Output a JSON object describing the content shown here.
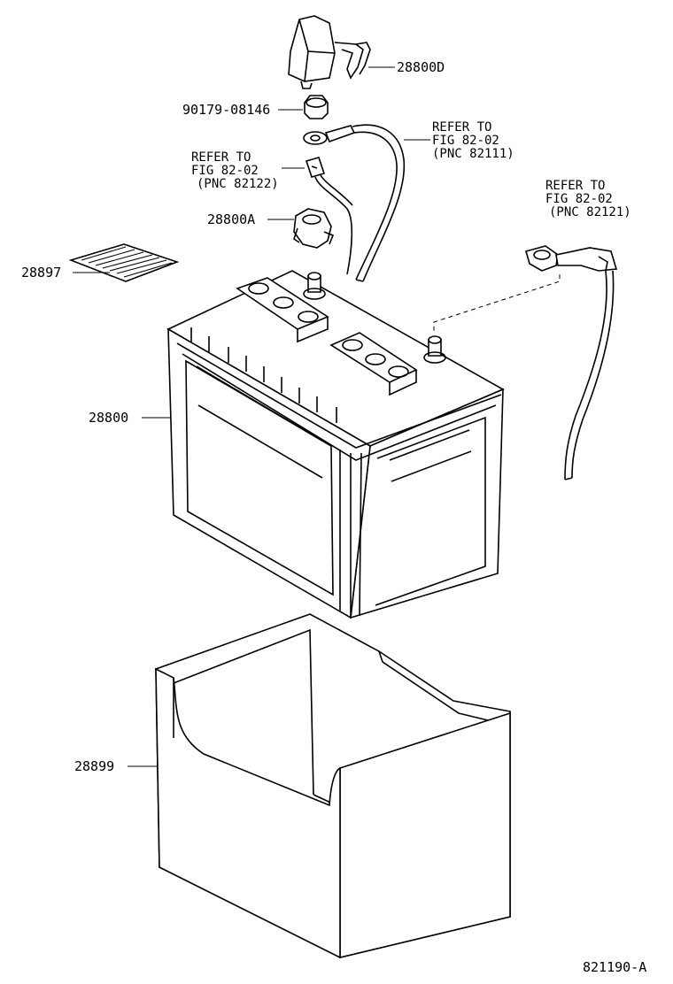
{
  "parts": {
    "cover": "28800D",
    "nut": "90179-08146",
    "clamp": "28800A",
    "label": "28897",
    "battery": "28800",
    "tray": "28899"
  },
  "refs": {
    "pos_cable": {
      "line1": "REFER TO",
      "line2": "FIG 82-02",
      "line3": "(PNC 82111)"
    },
    "pos_terminal": {
      "line1": "REFER TO",
      "line2": "FIG 82-02",
      "line3": "(PNC 82122)"
    },
    "neg_cable": {
      "line1": "REFER TO",
      "line2": "FIG 82-02",
      "line3": "(PNC 82121)"
    }
  },
  "figure_id": "821190-A"
}
